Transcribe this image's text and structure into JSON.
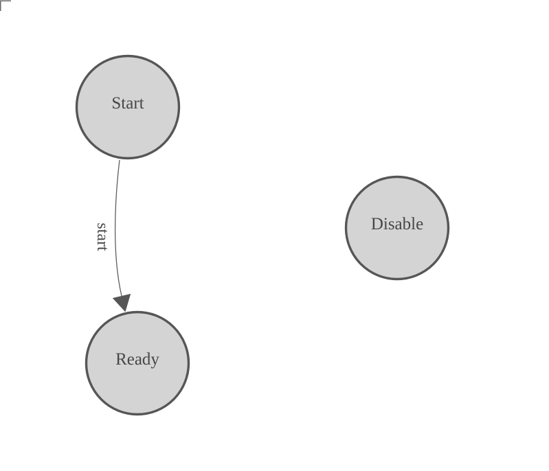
{
  "diagram": {
    "type": "finite-state-machine",
    "nodes": [
      {
        "id": "start",
        "label": "Start"
      },
      {
        "id": "ready",
        "label": "Ready"
      },
      {
        "id": "disable",
        "label": "Disable"
      }
    ],
    "edges": [
      {
        "from": "start",
        "to": "ready",
        "label": "start"
      }
    ]
  },
  "colors": {
    "node_fill": "#d4d4d4",
    "node_stroke": "#565656",
    "node_text": "#474747",
    "edge_stroke": "#5e5e5e",
    "arrow_fill": "#565656",
    "edge_label_text": "#4a4a4a",
    "corner_mark": "#666666",
    "background": "#ffffff"
  }
}
